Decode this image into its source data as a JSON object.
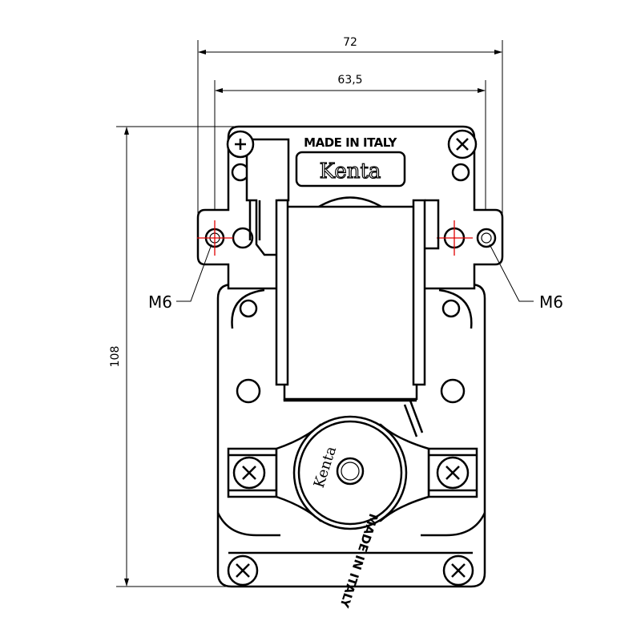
{
  "dimensions": {
    "overall_width": "72",
    "hole_spacing": "63,5",
    "height": "108"
  },
  "callouts": {
    "left_hole": "M6",
    "right_hole": "M6"
  },
  "markings": {
    "plate_text": "MADE IN ITALY",
    "plate_brand": "Kenta",
    "gear_brand": "Kenta",
    "gear_text": "MADE IN ITALY"
  },
  "colors": {
    "line": "#000000",
    "center_marks": "#e00000"
  }
}
